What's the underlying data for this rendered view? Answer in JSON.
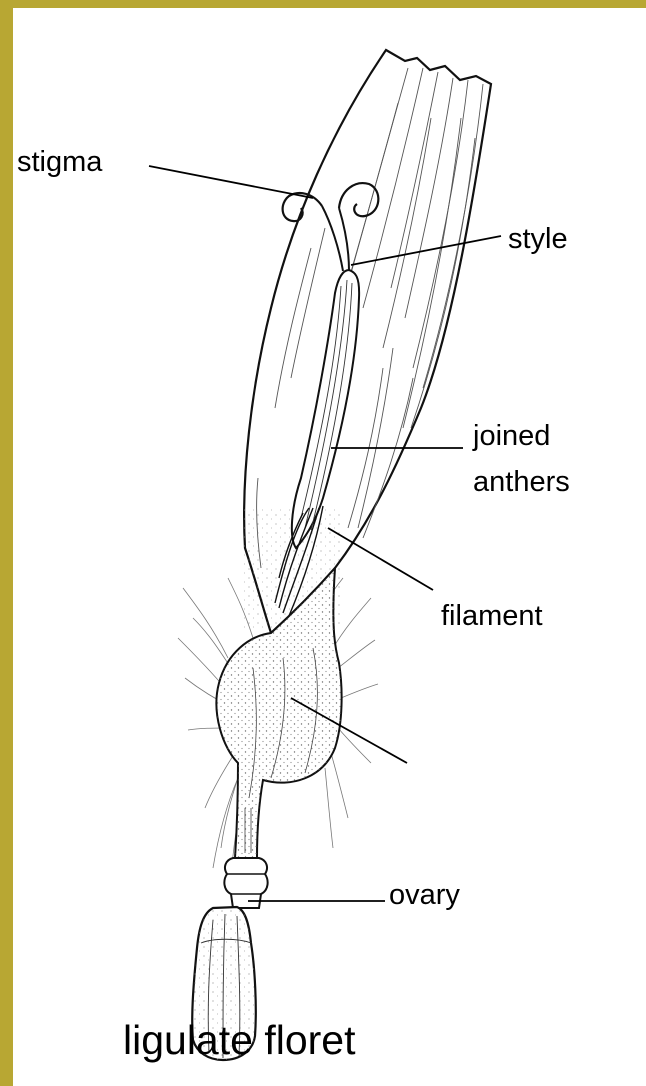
{
  "labels": {
    "stigma": "stigma",
    "style": "style",
    "joined_anthers_line1": "joined",
    "joined_anthers_line2": "anthers",
    "filament": "filament",
    "ovary": "ovary"
  },
  "caption": "ligulate floret",
  "colors": {
    "frame_border": "#b8a733",
    "background": "#ffffff",
    "ink": "#000000"
  }
}
